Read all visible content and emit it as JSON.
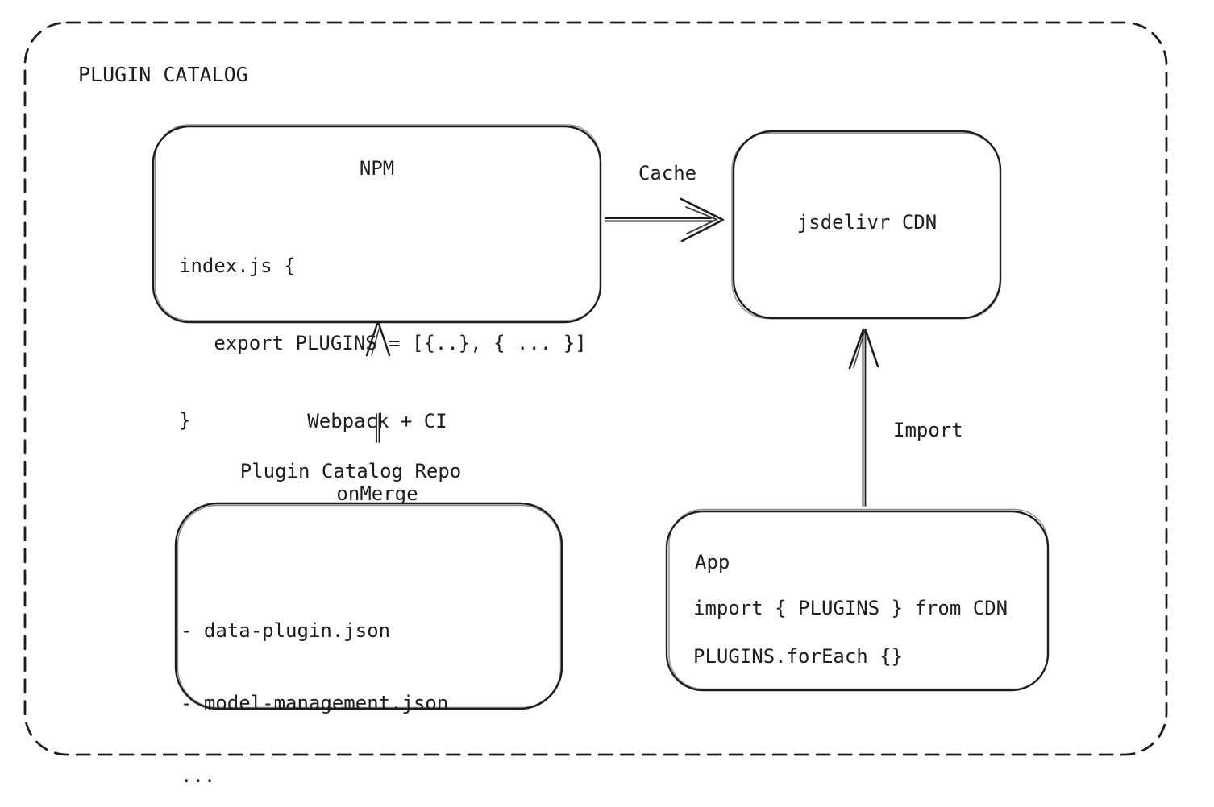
{
  "canvas": {
    "background": "#ffffff",
    "stroke_color": "#1d1d1d"
  },
  "frame": {
    "title": "PLUGIN CATALOG"
  },
  "nodes": {
    "npm": {
      "title": "NPM",
      "code_lines": {
        "0": "index.js {",
        "1": "   export PLUGINS = [{..}, { ... }]",
        "2": "}"
      }
    },
    "cdn": {
      "title": "jsdelivr CDN"
    },
    "repo": {
      "title": "Plugin Catalog Repo",
      "file_lines": {
        "0": "- data-plugin.json",
        "1": "- model-management.json",
        "2": "..."
      }
    },
    "app": {
      "title": "App",
      "code_lines": {
        "0": "import { PLUGINS } from CDN",
        "1": "PLUGINS.forEach {}"
      }
    }
  },
  "edges": {
    "cache": {
      "label": "Cache"
    },
    "build": {
      "label_lines": {
        "0": "Webpack + CI",
        "1": "onMerge"
      }
    },
    "import": {
      "label": "Import"
    }
  }
}
